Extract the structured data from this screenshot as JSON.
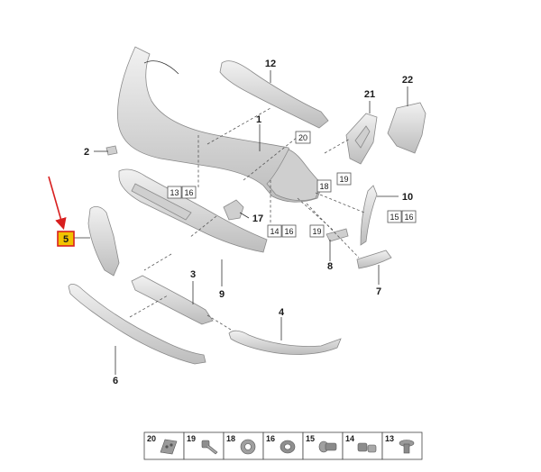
{
  "callouts": {
    "c1": "1",
    "c2": "2",
    "c3": "3",
    "c4": "4",
    "c5": "5",
    "c6": "6",
    "c7": "7",
    "c8": "8",
    "c9": "9",
    "c10": "10",
    "c12": "12",
    "c17": "17",
    "c21": "21",
    "c22": "22"
  },
  "boxes": {
    "b13": "13",
    "b16a": "16",
    "b14": "14",
    "b16b": "16",
    "b15": "15",
    "b16c": "16",
    "b18": "18",
    "b19a": "19",
    "b19b": "19",
    "b20": "20"
  },
  "legend": {
    "items": [
      {
        "num": "20",
        "icon": "clip-plate-icon"
      },
      {
        "num": "19",
        "icon": "screw-icon"
      },
      {
        "num": "18",
        "icon": "spring-nut-icon"
      },
      {
        "num": "16",
        "icon": "washer-icon"
      },
      {
        "num": "15",
        "icon": "expanding-rivet-icon"
      },
      {
        "num": "14",
        "icon": "clip-pair-icon"
      },
      {
        "num": "13",
        "icon": "push-rivet-icon"
      }
    ]
  },
  "colors": {
    "highlight_fill": "#f2c200",
    "highlight_border": "#d81f1f",
    "arrow": "#d81f1f",
    "part_light": "#ececec",
    "part_dark": "#b8b8b8"
  }
}
